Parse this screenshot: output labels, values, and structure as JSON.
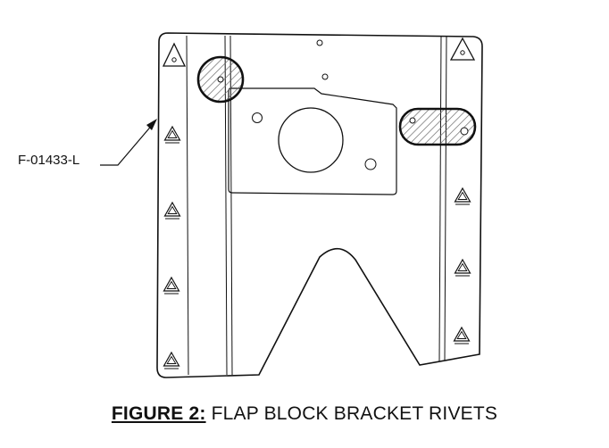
{
  "figure": {
    "callout_part_number": "F-01433-L",
    "caption_prefix": "FIGURE 2:",
    "caption_text": " FLAP BLOCK BRACKET RIVETS"
  },
  "icons": {
    "corner_marker": "warning-triangle-icon",
    "rivet_marker": "hazard-warning-icon"
  },
  "colors": {
    "line": "#111111",
    "hatch": "#666666",
    "background": "#ffffff"
  }
}
